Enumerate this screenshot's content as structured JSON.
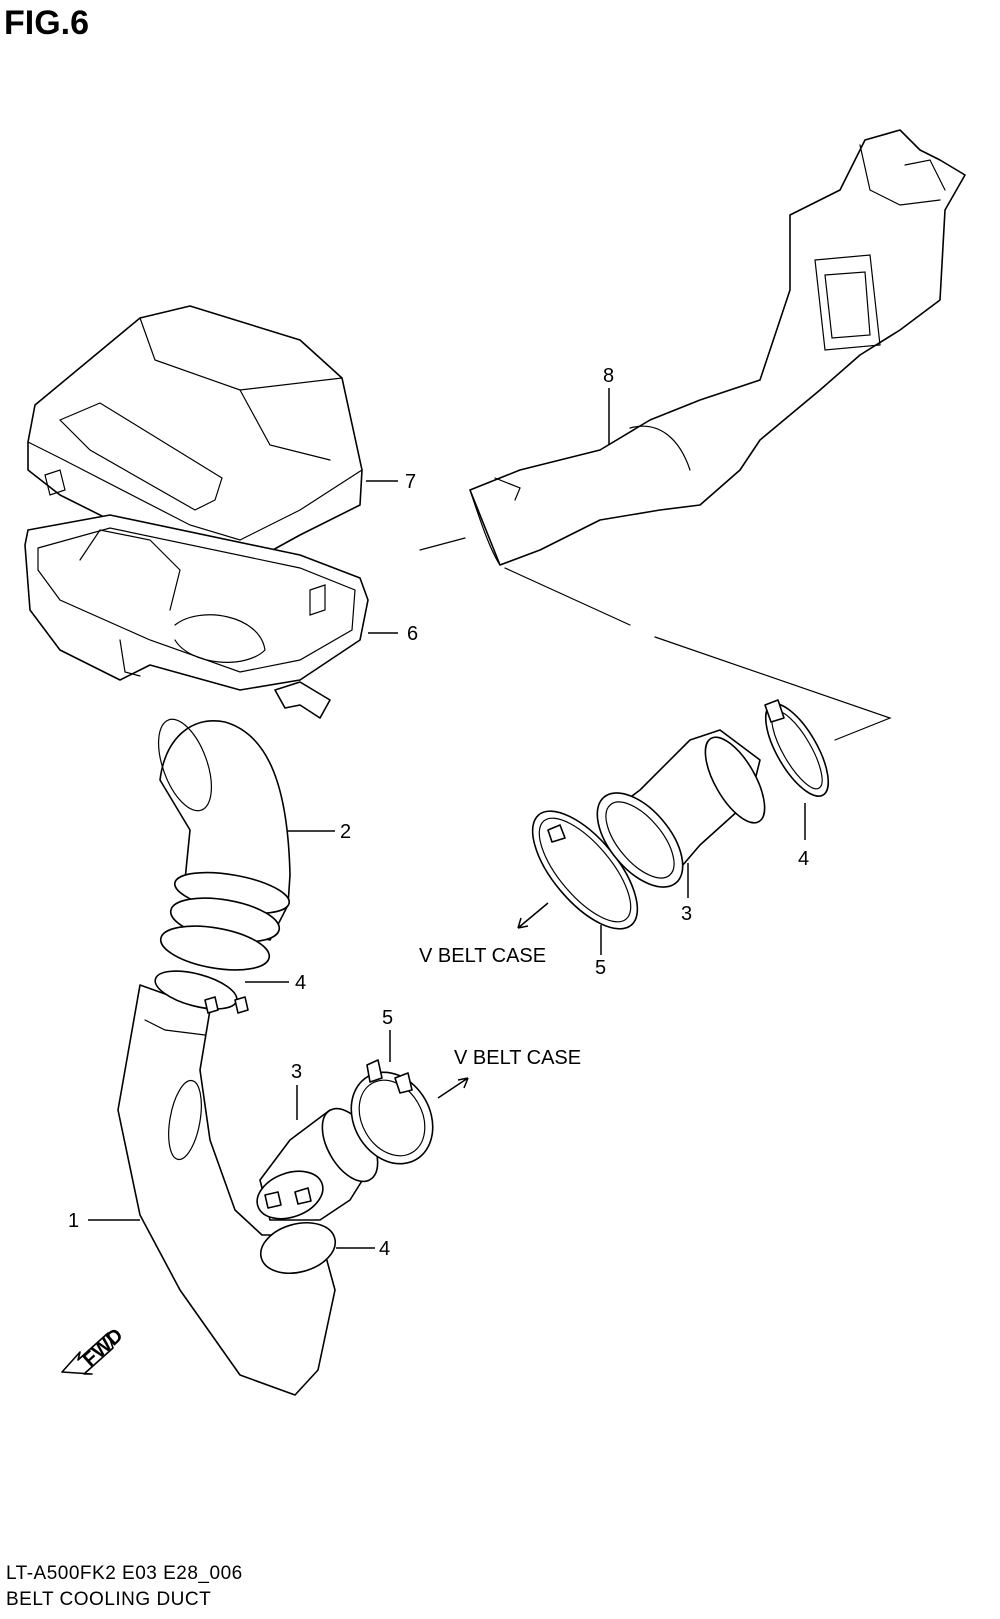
{
  "figure": {
    "title": "FIG.6"
  },
  "callouts": [
    {
      "number": "1"
    },
    {
      "number": "2"
    },
    {
      "number": "3"
    },
    {
      "number": "3"
    },
    {
      "number": "4"
    },
    {
      "number": "4"
    },
    {
      "number": "4"
    },
    {
      "number": "5"
    },
    {
      "number": "5"
    },
    {
      "number": "6"
    },
    {
      "number": "7"
    },
    {
      "number": "8"
    }
  ],
  "annotations": {
    "v_belt_case_upper": "V BELT CASE",
    "v_belt_case_lower": "V BELT CASE",
    "fwd_mark": "FWD"
  },
  "caption": {
    "model_code": "LT-A500FK2 E03 E28_006",
    "assembly_name": "BELT COOLING DUCT"
  }
}
